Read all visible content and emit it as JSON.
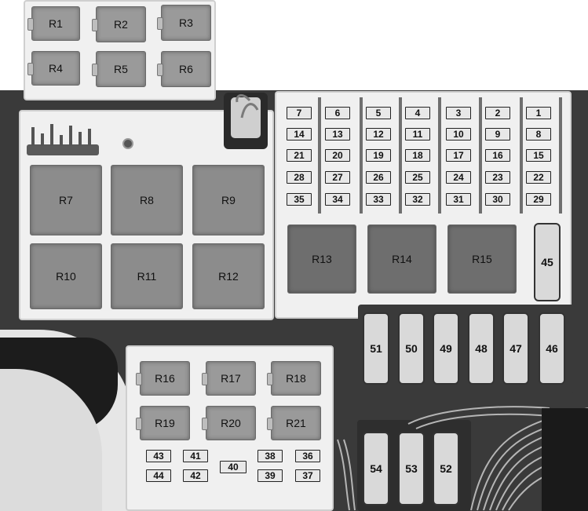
{
  "relays": {
    "R1": "R1",
    "R2": "R2",
    "R3": "R3",
    "R4": "R4",
    "R5": "R5",
    "R6": "R6",
    "R7": "R7",
    "R8": "R8",
    "R9": "R9",
    "R10": "R10",
    "R11": "R11",
    "R12": "R12",
    "R13": "R13",
    "R14": "R14",
    "R15": "R15",
    "R16": "R16",
    "R17": "R17",
    "R18": "R18",
    "R19": "R19",
    "R20": "R20",
    "R21": "R21"
  },
  "fuses": {
    "f1": "1",
    "f2": "2",
    "f3": "3",
    "f4": "4",
    "f5": "5",
    "f6": "6",
    "f7": "7",
    "f8": "8",
    "f9": "9",
    "f10": "10",
    "f11": "11",
    "f12": "12",
    "f13": "13",
    "f14": "14",
    "f15": "15",
    "f16": "16",
    "f17": "17",
    "f18": "18",
    "f19": "19",
    "f20": "20",
    "f21": "21",
    "f22": "22",
    "f23": "23",
    "f24": "24",
    "f25": "25",
    "f26": "26",
    "f27": "27",
    "f28": "28",
    "f29": "29",
    "f30": "30",
    "f31": "31",
    "f32": "32",
    "f33": "33",
    "f34": "34",
    "f35": "35",
    "f36": "36",
    "f37": "37",
    "f38": "38",
    "f39": "39",
    "f40": "40",
    "f41": "41",
    "f42": "42",
    "f43": "43",
    "f44": "44",
    "f45": "45",
    "f46": "46",
    "f47": "47",
    "f48": "48",
    "f49": "49",
    "f50": "50",
    "f51": "51",
    "f52": "52",
    "f53": "53",
    "f54": "54"
  }
}
